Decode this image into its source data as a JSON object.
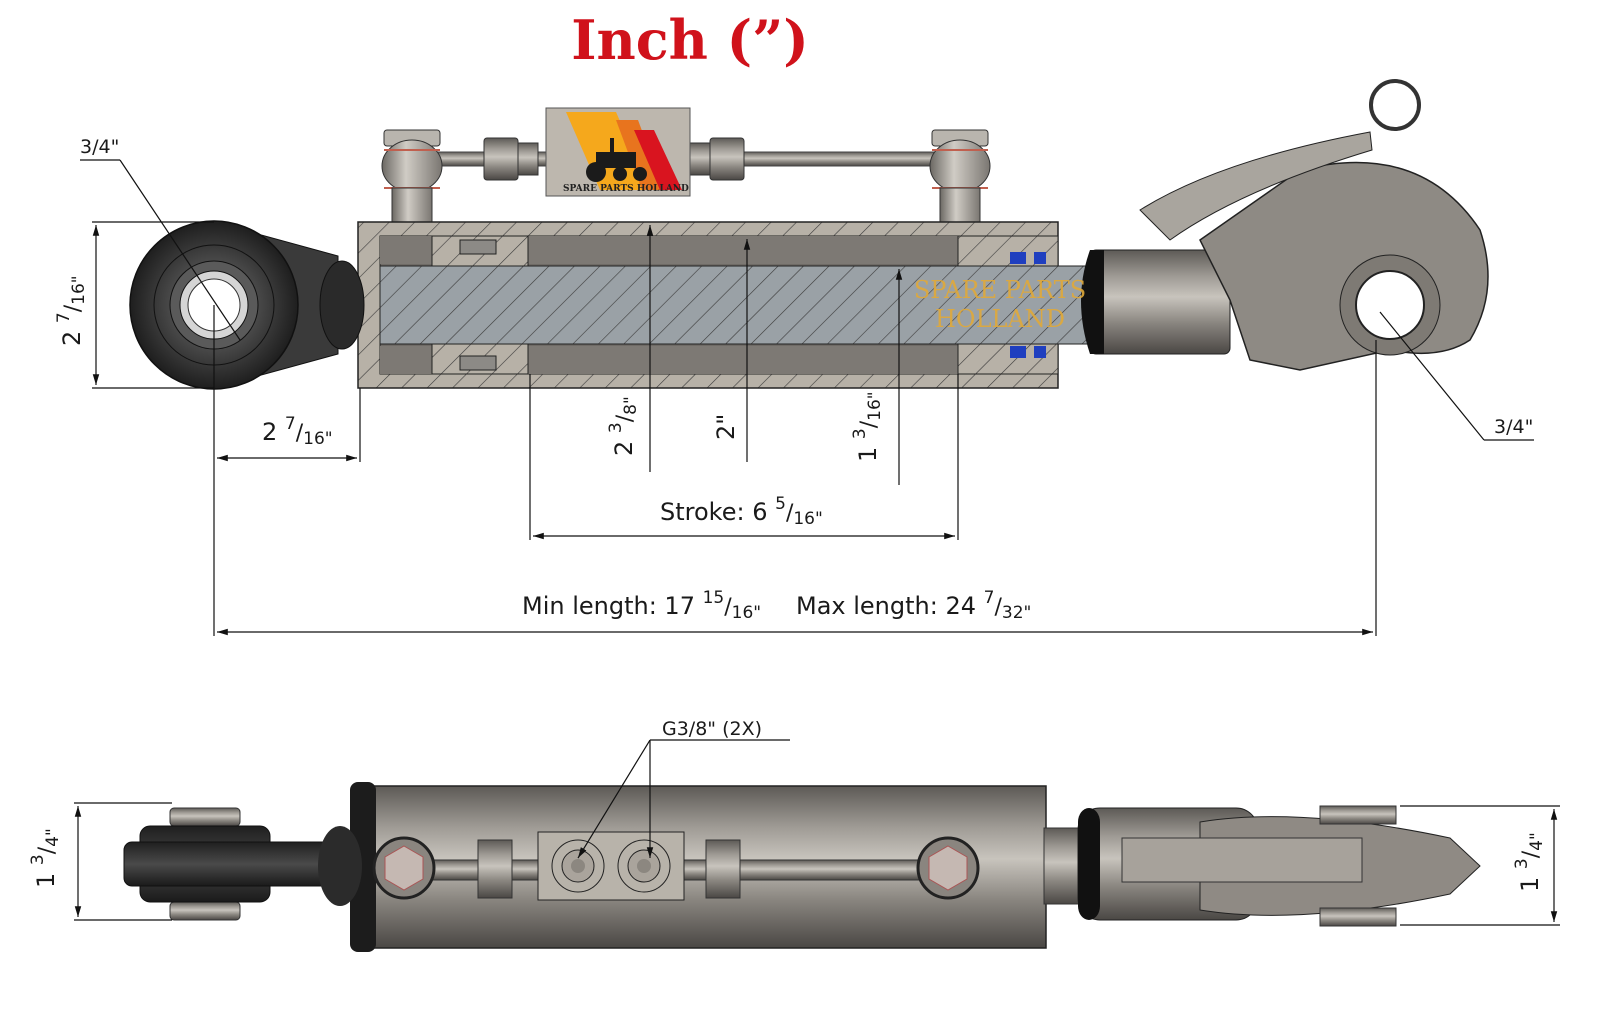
{
  "title": "Inch (”)",
  "brand": {
    "logo_text": "SPARE PARTS HOLLAND",
    "watermark_line1": "SPARE PARTS",
    "watermark_line2": "HOLLAND",
    "colors": {
      "title_red": "#d0121b",
      "watermark": "#e0a93a",
      "logo_yellow": "#f5a81c",
      "logo_orange": "#e8741e",
      "logo_red": "#d9141f"
    }
  },
  "side_view": {
    "dimensions": {
      "ball_bore_left": "3/4\"",
      "eye_height_whole": "2",
      "eye_height_num": "7",
      "eye_height_den": "16\"",
      "eye_offset_whole": "2",
      "eye_offset_num": "7",
      "eye_offset_den": "16\"",
      "barrel_od_whole": "2",
      "barrel_od_num": "3",
      "barrel_od_den": "8\"",
      "bore": "2\"",
      "rod_whole": "1",
      "rod_num": "3",
      "rod_den": "16\"",
      "hook_bore_right": "3/4\"",
      "stroke_label": "Stroke: 6",
      "stroke_num": "5",
      "stroke_den": "16\"",
      "min_length_label": "Min length: 17",
      "min_length_num": "15",
      "min_length_den": "16\"",
      "max_length_label": "Max length: 24",
      "max_length_num": "7",
      "max_length_den": "32\""
    }
  },
  "top_view": {
    "dimensions": {
      "port_callout": "G3/8\" (2X)",
      "left_width_whole": "1",
      "left_width_num": "3",
      "left_width_den": "4\"",
      "right_width_whole": "1",
      "right_width_num": "3",
      "right_width_den": "4\""
    }
  }
}
